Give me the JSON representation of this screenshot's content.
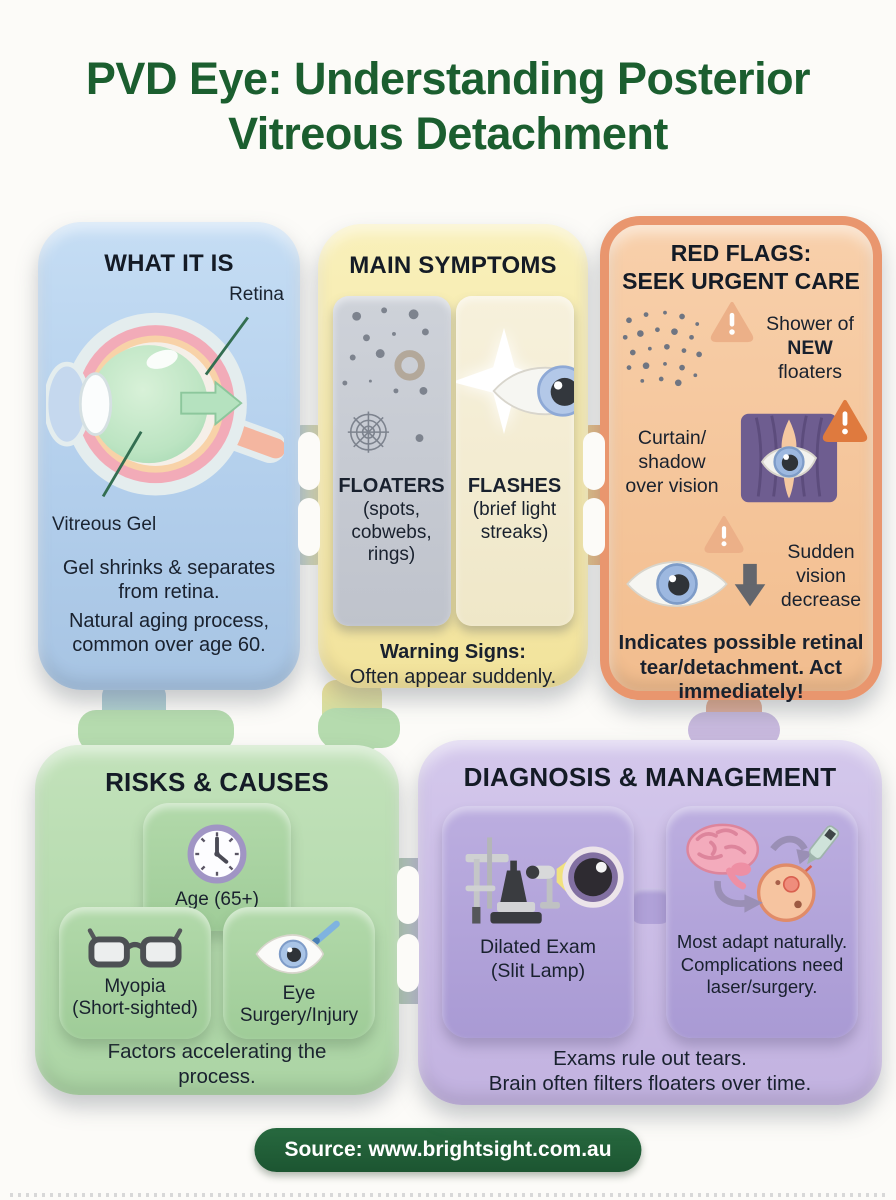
{
  "page": {
    "title": "PVD Eye: Understanding Posterior Vitreous Detachment",
    "source": "Source: www.brightsight.com.au"
  },
  "colors": {
    "title_green": "#1b5e2f",
    "card_blue": "#b3cfec",
    "card_yellow": "#f4e7a6",
    "card_orange_fill": "#f6c9a0",
    "card_orange_border": "#e9966e",
    "card_green": "#b5dbae",
    "card_purple": "#cbbde7",
    "source_pill": "#1e5b33",
    "warning_triangle_pale": "#ecb088",
    "warning_triangle_dark": "#df7a3e"
  },
  "icons": {
    "eye_anatomy": "eye-cross-section",
    "floaters": "dots-cobweb-ring",
    "flashes": "star-flash-eye",
    "warning": "triangle-exclamation",
    "curtain": "curtains-over-eye",
    "vision_drop": "eye-down-arrow",
    "age": "clock",
    "myopia": "glasses",
    "surgery": "eye-with-tool",
    "dilated_exam": "slit-lamp-eye",
    "management": "brain-laser-eyeball"
  },
  "cards": {
    "what_it_is": {
      "heading": "WHAT IT IS",
      "retina_label": "Retina",
      "vitreous_label": "Vitreous Gel",
      "body1": "Gel shrinks & separates from retina.",
      "body2": "Natural aging process, common over age 60."
    },
    "main_symptoms": {
      "heading": "MAIN SYMPTOMS",
      "floaters_title": "FLOATERS",
      "floaters_sub": "(spots, cobwebs, rings)",
      "flashes_title": "FLASHES",
      "flashes_sub": "(brief light streaks)",
      "warning_label": "Warning Signs:",
      "warning_text": "Often appear suddenly."
    },
    "red_flags": {
      "heading1": "RED FLAGS:",
      "heading2": "SEEK URGENT CARE",
      "item1_line1": "Shower of",
      "item1_bold": "NEW",
      "item1_line3": "floaters",
      "item2_lines": [
        "Curtain/",
        "shadow",
        "over vision"
      ],
      "item3_lines": [
        "Sudden",
        "vision",
        "decrease"
      ],
      "footer": "Indicates possible retinal tear/detachment. Act immediately!"
    },
    "risks_causes": {
      "heading": "RISKS & CAUSES",
      "age_label": "Age (65+)",
      "myopia_line1": "Myopia",
      "myopia_line2": "(Short-sighted)",
      "surgery_line1": "Eye",
      "surgery_line2": "Surgery/Injury",
      "footer": "Factors accelerating the process."
    },
    "diagnosis": {
      "heading": "DIAGNOSIS & MANAGEMENT",
      "tile1_line1": "Dilated Exam",
      "tile1_line2": "(Slit Lamp)",
      "tile2_text": "Most adapt naturally. Complications need laser/surgery.",
      "footer1": "Exams rule out tears.",
      "footer2": "Brain often filters floaters over time."
    }
  }
}
